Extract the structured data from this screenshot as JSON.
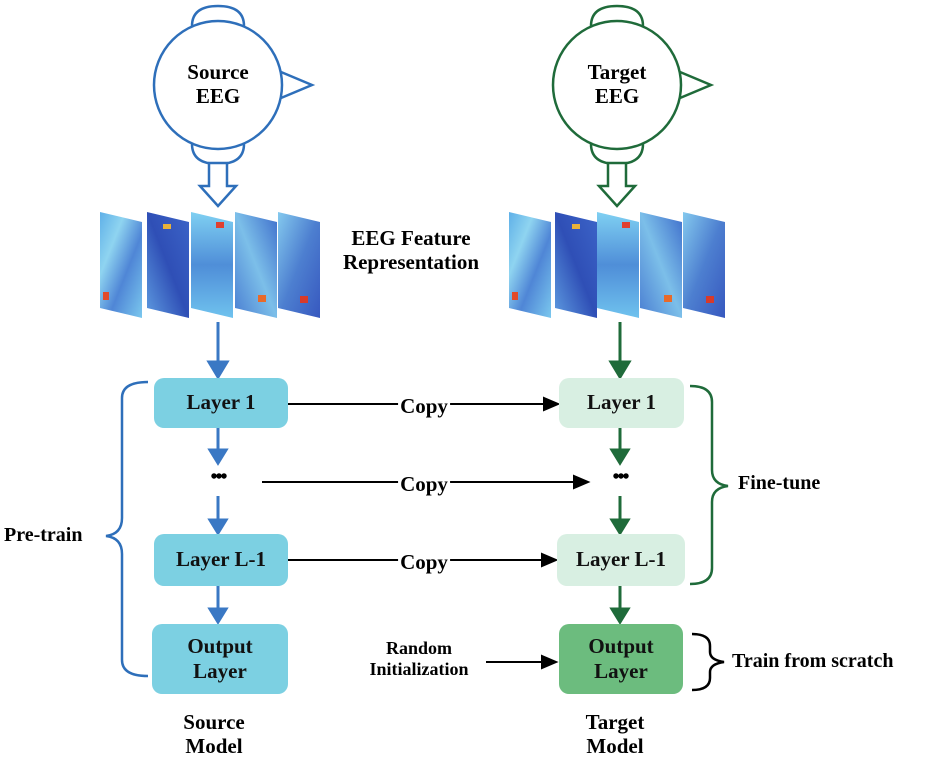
{
  "source": {
    "head_label_line1": "Source",
    "head_label_line2": "EEG",
    "layers": [
      "Layer 1",
      "Layer L-1"
    ],
    "dots": "•••",
    "output_line1": "Output",
    "output_line2": "Layer",
    "model_line1": "Source",
    "model_line2": "Model",
    "color": "#2e6fba",
    "layer_fill": "#7cd0e2"
  },
  "target": {
    "head_label_line1": "Target",
    "head_label_line2": "EEG",
    "layers": [
      "Layer 1",
      "Layer L-1"
    ],
    "dots": "•••",
    "output_line1": "Output",
    "output_line2": "Layer",
    "model_line1": "Target",
    "model_line2": "Model",
    "color": "#1f6b3a",
    "layer_fill": "#d8efe2",
    "output_fill": "#6cbc7e"
  },
  "feature": {
    "line1": "EEG Feature",
    "line2": "Representation"
  },
  "copy_labels": [
    "Copy",
    "Copy",
    "Copy"
  ],
  "random_init": {
    "line1": "Random",
    "line2": "Initialization"
  },
  "brackets": {
    "pretrain": "Pre-train",
    "finetune": "Fine-tune",
    "scratch": "Train from scratch"
  }
}
